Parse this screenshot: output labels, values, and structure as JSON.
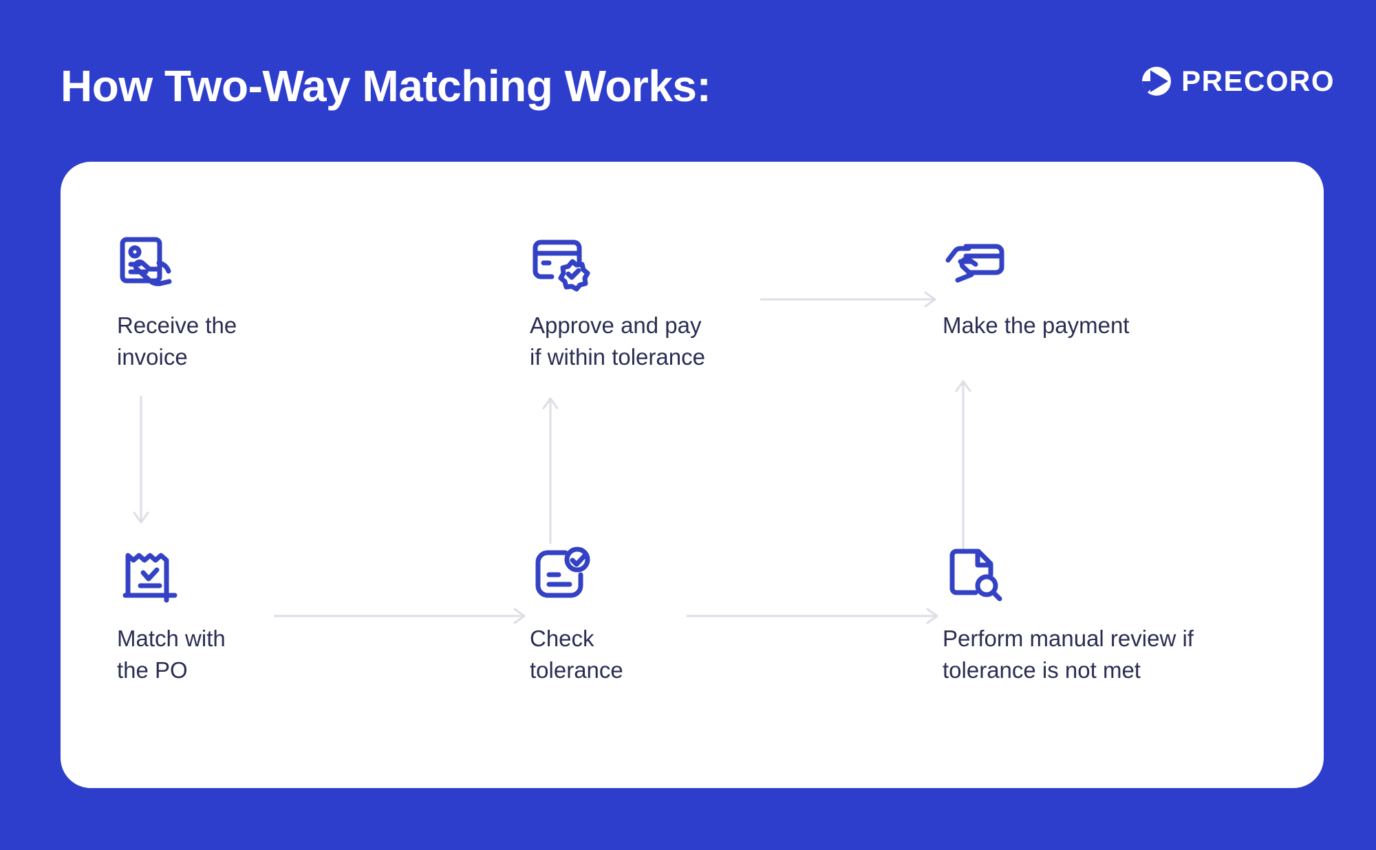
{
  "header": {
    "title": "How Two-Way Matching Works:",
    "brand_name": "PRECORO",
    "brand_mark_icon": "precoro-play-circle-icon"
  },
  "colors": {
    "background_blue": "#2E3ECC",
    "card_white": "#FFFFFF",
    "icon_blue": "#3341C4",
    "text_navy": "#2A2D52",
    "arrow_gray": "#DDDEE6"
  },
  "steps": [
    {
      "id": "receive-invoice",
      "label": "Receive the\ninvoice",
      "icon": "document-hand-receive-icon",
      "row": 1,
      "column": 1
    },
    {
      "id": "approve-and-pay",
      "label": "Approve and pay\nif within tolerance",
      "icon": "credit-card-verified-badge-icon",
      "row": 1,
      "column": 2
    },
    {
      "id": "make-payment",
      "label": "Make the payment",
      "icon": "hand-holding-credit-card-icon",
      "row": 1,
      "column": 3
    },
    {
      "id": "match-with-po",
      "label": "Match with\nthe PO",
      "icon": "receipt-check-icon",
      "row": 2,
      "column": 1
    },
    {
      "id": "check-tolerance",
      "label": "Check\ntolerance",
      "icon": "document-check-badge-icon",
      "row": 2,
      "column": 2
    },
    {
      "id": "manual-review",
      "label": "Perform manual review if\ntolerance is not met",
      "icon": "document-magnifier-icon",
      "row": 2,
      "column": 3
    }
  ],
  "arrows": [
    {
      "id": "receive-to-match",
      "icon": "arrow-down-icon",
      "direction": "down",
      "from": "receive-invoice",
      "to": "match-with-po"
    },
    {
      "id": "check-to-approve",
      "icon": "arrow-up-icon",
      "direction": "up",
      "from": "check-tolerance",
      "to": "approve-and-pay"
    },
    {
      "id": "review-to-payment",
      "icon": "arrow-up-icon",
      "direction": "up",
      "from": "manual-review",
      "to": "make-payment"
    },
    {
      "id": "approve-to-payment",
      "icon": "arrow-right-icon",
      "direction": "right",
      "from": "approve-and-pay",
      "to": "make-payment"
    },
    {
      "id": "match-to-check",
      "icon": "arrow-right-icon",
      "direction": "right",
      "from": "match-with-po",
      "to": "check-tolerance"
    },
    {
      "id": "check-to-manual-review",
      "icon": "arrow-right-icon",
      "direction": "right",
      "from": "check-tolerance",
      "to": "manual-review"
    }
  ]
}
